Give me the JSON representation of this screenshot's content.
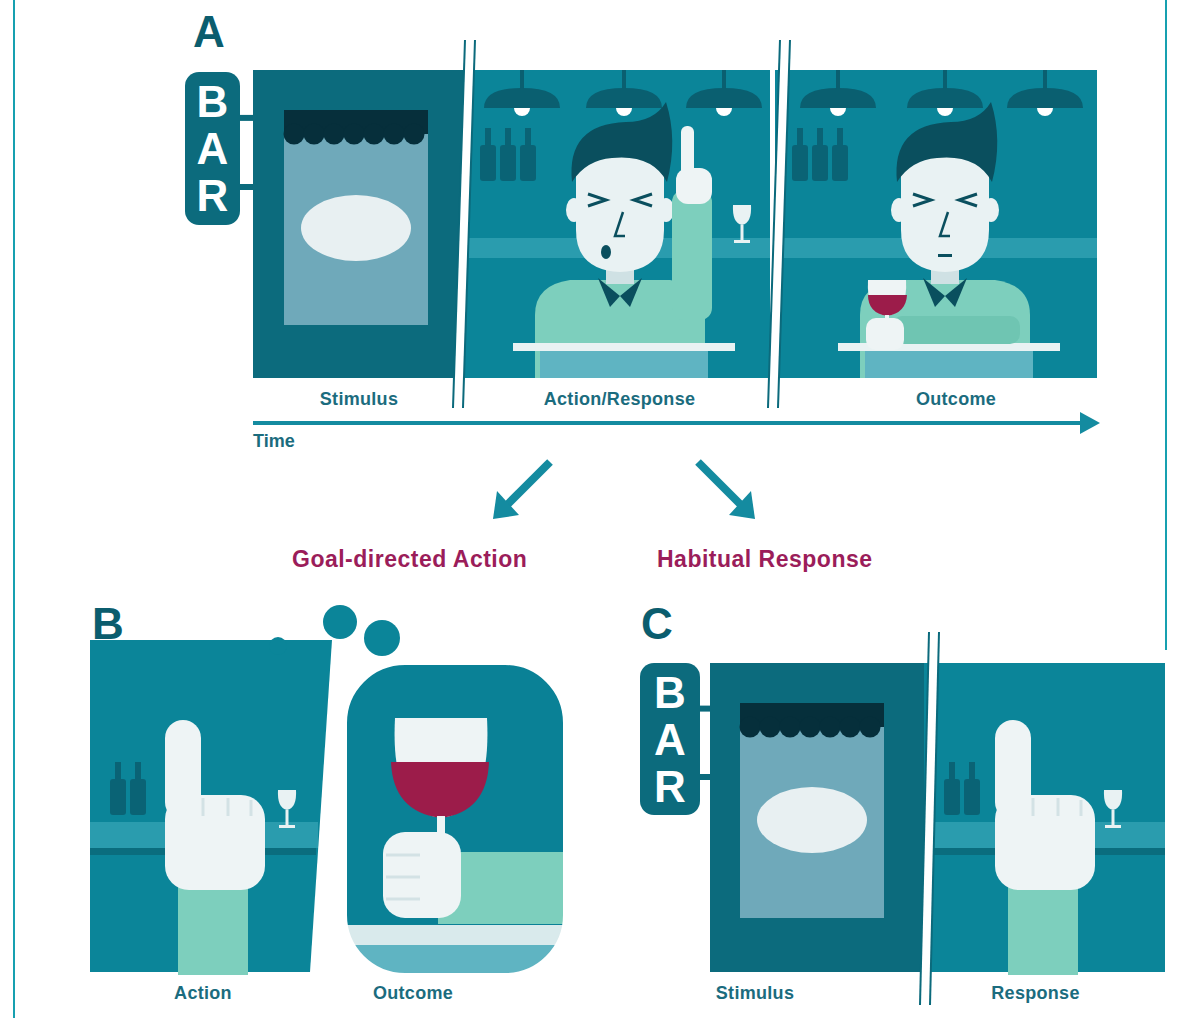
{
  "diagram": {
    "nodes": [
      {
        "text": [
          "BAR"
        ]
      },
      {
        "text": [
          "Stimulus"
        ]
      },
      {
        "text": [
          "Action/Response"
        ]
      },
      {
        "text": [
          "Outcome"
        ]
      },
      {
        "text": [
          "Action"
        ]
      },
      {
        "text": [
          "Outcome"
        ]
      },
      {
        "text": [
          "BAR"
        ]
      },
      {
        "text": [
          "Stimulus"
        ]
      },
      {
        "text": [
          "Response"
        ]
      }
    ],
    "edges": [
      {
        "from": 0,
        "to": 1,
        "arrow": "none"
      },
      {
        "from": 6,
        "to": 7,
        "arrow": "none"
      }
    ],
    "labels": [
      "A",
      "Time",
      "Goal-directed Action",
      "Habitual Response",
      "B",
      "C"
    ]
  }
}
